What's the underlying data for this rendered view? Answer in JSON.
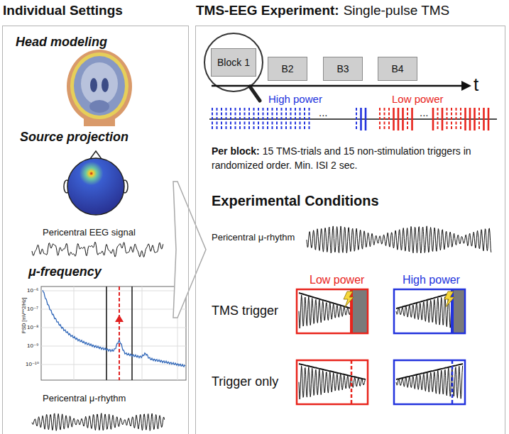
{
  "diagram": {
    "nodes": [
      {
        "text": [
          "Individual Settings"
        ]
      },
      {
        "text": [
          "TMS-EEG Experiment:",
          "Single-pulse TMS"
        ]
      },
      {
        "text": [
          "Block 1"
        ],
        "in": 1
      },
      {
        "text": [
          "B2"
        ],
        "in": 1
      },
      {
        "text": [
          "B3"
        ],
        "in": 1
      },
      {
        "text": [
          "B4"
        ],
        "in": 1
      }
    ],
    "edges": [
      {
        "from": 0,
        "to": 1,
        "arrow": "to"
      }
    ],
    "labels": [
      "Head modeling",
      "Source projection",
      "Pericentral EEG signal",
      "μ-frequency",
      "10⁻⁶",
      "10⁻⁷",
      "10⁻⁸",
      "10⁻⁹",
      "10⁻¹⁰",
      "PSD [mV**2/Hz]",
      "Pericentral μ-rhythm",
      "t",
      "High power",
      "...",
      "Low power",
      "...",
      "Per block:",
      "15 TMS-trials and 15 non-stimulation triggers in randomized order. Min. ISI 2 sec.",
      "Experimental Conditions",
      "Pericentral μ-rhythm",
      "Low power",
      "High power",
      "TMS trigger",
      "Trigger only"
    ]
  }
}
